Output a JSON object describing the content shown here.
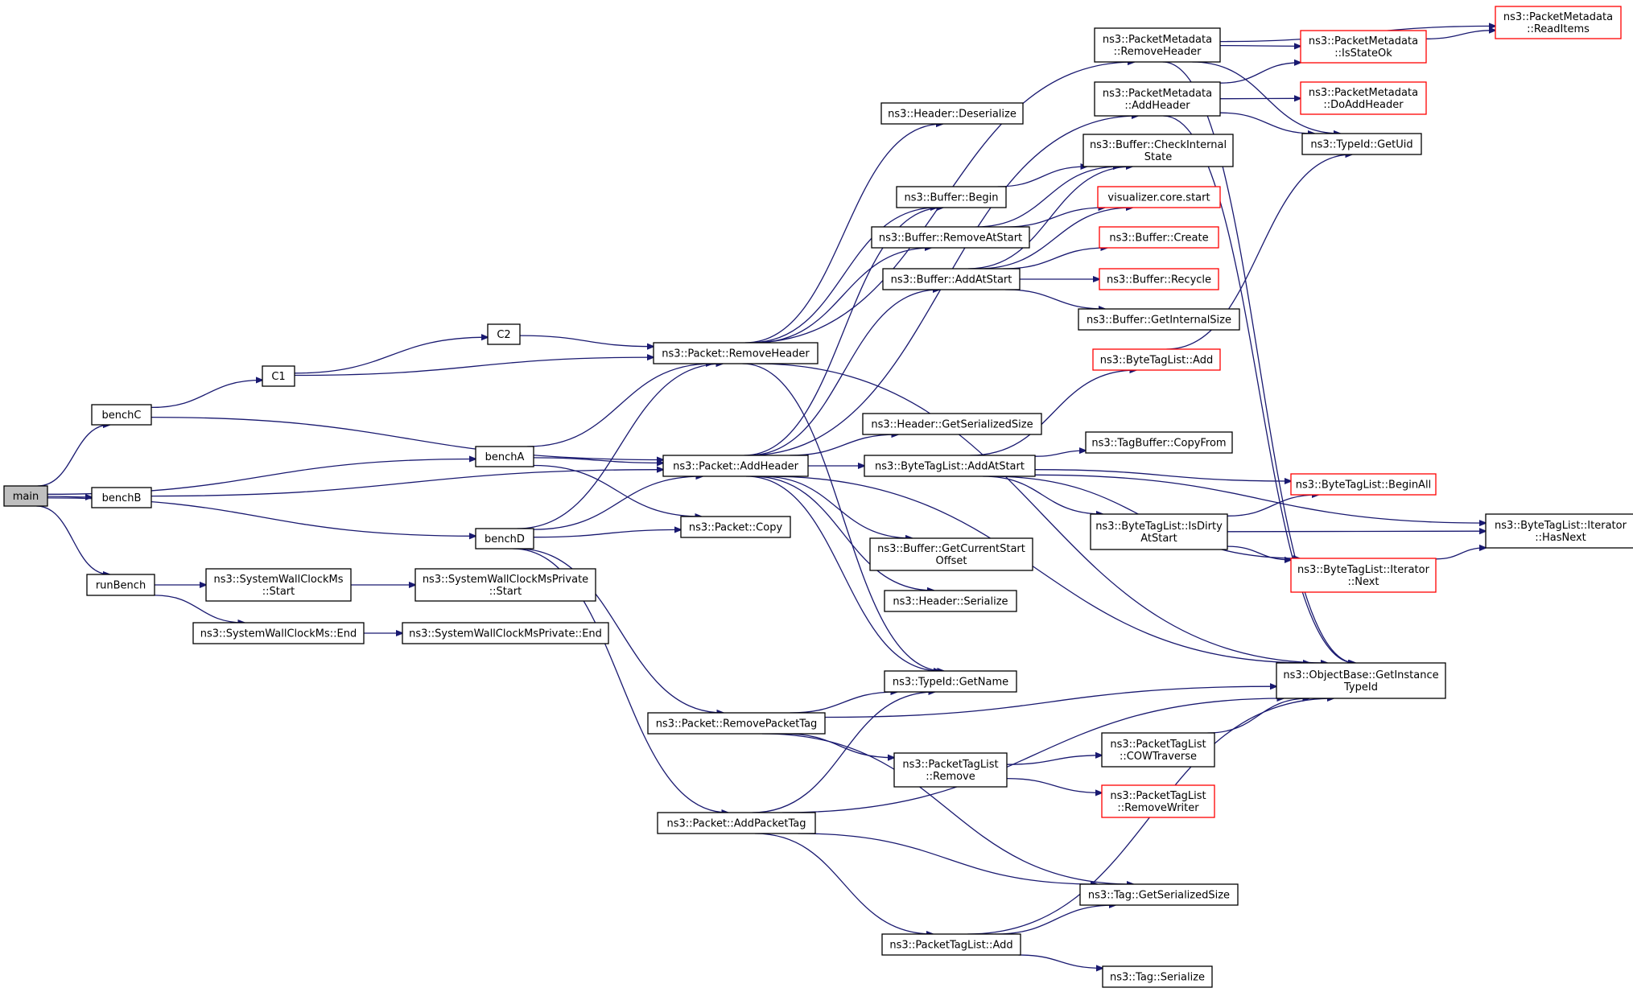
{
  "edge_color": "#191970",
  "nodes": [
    {
      "id": "main",
      "label": [
        "main"
      ],
      "root": true
    },
    {
      "id": "benchC",
      "label": [
        "benchC"
      ]
    },
    {
      "id": "benchA",
      "label": [
        "benchA"
      ]
    },
    {
      "id": "benchB",
      "label": [
        "benchB"
      ]
    },
    {
      "id": "benchD",
      "label": [
        "benchD"
      ]
    },
    {
      "id": "runBench",
      "label": [
        "runBench"
      ]
    },
    {
      "id": "C1",
      "label": [
        "C1"
      ]
    },
    {
      "id": "C2",
      "label": [
        "C2"
      ]
    },
    {
      "id": "pkt_removeheader",
      "label": [
        "ns3::Packet::RemoveHeader"
      ]
    },
    {
      "id": "pkt_addheader",
      "label": [
        "ns3::Packet::AddHeader"
      ]
    },
    {
      "id": "pkt_copy",
      "label": [
        "ns3::Packet::Copy"
      ]
    },
    {
      "id": "pkt_removepackettag",
      "label": [
        "ns3::Packet::RemovePacketTag"
      ]
    },
    {
      "id": "pkt_addpackettag",
      "label": [
        "ns3::Packet::AddPacketTag"
      ]
    },
    {
      "id": "swc_start",
      "label": [
        "ns3::SystemWallClockMs",
        "::Start"
      ]
    },
    {
      "id": "swc_end",
      "label": [
        "ns3::SystemWallClockMs::End"
      ]
    },
    {
      "id": "swcp_start",
      "label": [
        "ns3::SystemWallClockMsPrivate",
        "::Start"
      ]
    },
    {
      "id": "swcp_end",
      "label": [
        "ns3::SystemWallClockMsPrivate::End"
      ]
    },
    {
      "id": "pm_removeheader",
      "label": [
        "ns3::PacketMetadata",
        "::RemoveHeader"
      ]
    },
    {
      "id": "pm_addheader",
      "label": [
        "ns3::PacketMetadata",
        "::AddHeader"
      ]
    },
    {
      "id": "hdr_deserialize",
      "label": [
        "ns3::Header::Deserialize"
      ]
    },
    {
      "id": "buf_checkinternal",
      "label": [
        "ns3::Buffer::CheckInternal",
        "State"
      ]
    },
    {
      "id": "buf_begin",
      "label": [
        "ns3::Buffer::Begin"
      ]
    },
    {
      "id": "buf_removeatstart",
      "label": [
        "ns3::Buffer::RemoveAtStart"
      ]
    },
    {
      "id": "buf_addatstart",
      "label": [
        "ns3::Buffer::AddAtStart"
      ]
    },
    {
      "id": "vis_start",
      "label": [
        "visualizer.core.start"
      ],
      "red": true
    },
    {
      "id": "buf_create",
      "label": [
        "ns3::Buffer::Create"
      ],
      "red": true
    },
    {
      "id": "buf_recycle",
      "label": [
        "ns3::Buffer::Recycle"
      ],
      "red": true
    },
    {
      "id": "buf_getinternalsize",
      "label": [
        "ns3::Buffer::GetInternalSize"
      ]
    },
    {
      "id": "pm_readitems",
      "label": [
        "ns3::PacketMetadata",
        "::ReadItems"
      ],
      "red": true
    },
    {
      "id": "pm_isstateok",
      "label": [
        "ns3::PacketMetadata",
        "::IsStateOk"
      ],
      "red": true
    },
    {
      "id": "pm_doaddheader",
      "label": [
        "ns3::PacketMetadata",
        "::DoAddHeader"
      ],
      "red": true
    },
    {
      "id": "typeid_getuid",
      "label": [
        "ns3::TypeId::GetUid"
      ]
    },
    {
      "id": "btl_add",
      "label": [
        "ns3::ByteTagList::Add"
      ],
      "red": true
    },
    {
      "id": "hdr_getserializedsize",
      "label": [
        "ns3::Header::GetSerializedSize"
      ]
    },
    {
      "id": "btl_addatstart",
      "label": [
        "ns3::ByteTagList::AddAtStart"
      ]
    },
    {
      "id": "tagbuf_copyfrom",
      "label": [
        "ns3::TagBuffer::CopyFrom"
      ]
    },
    {
      "id": "btl_beginall",
      "label": [
        "ns3::ByteTagList::BeginAll"
      ],
      "red": true
    },
    {
      "id": "btl_isdirty",
      "label": [
        "ns3::ByteTagList::IsDirty",
        "AtStart"
      ]
    },
    {
      "id": "btl_it_hasnext",
      "label": [
        "ns3::ByteTagList::Iterator",
        "::HasNext"
      ]
    },
    {
      "id": "btl_it_next",
      "label": [
        "ns3::ByteTagList::Iterator",
        "::Next"
      ],
      "red": true
    },
    {
      "id": "buf_getcurrentstart",
      "label": [
        "ns3::Buffer::GetCurrentStart",
        "Offset"
      ]
    },
    {
      "id": "hdr_serialize",
      "label": [
        "ns3::Header::Serialize"
      ]
    },
    {
      "id": "typeid_getname",
      "label": [
        "ns3::TypeId::GetName"
      ]
    },
    {
      "id": "ob_getinstancetypeid",
      "label": [
        "ns3::ObjectBase::GetInstance",
        "TypeId"
      ]
    },
    {
      "id": "ptl_remove",
      "label": [
        "ns3::PacketTagList",
        "::Remove"
      ]
    },
    {
      "id": "ptl_cowtraverse",
      "label": [
        "ns3::PacketTagList",
        "::COWTraverse"
      ]
    },
    {
      "id": "ptl_removewriter",
      "label": [
        "ns3::PacketTagList",
        "::RemoveWriter"
      ],
      "red": true
    },
    {
      "id": "tag_getserializedsize",
      "label": [
        "ns3::Tag::GetSerializedSize"
      ]
    },
    {
      "id": "ptl_add",
      "label": [
        "ns3::PacketTagList::Add"
      ]
    },
    {
      "id": "tag_serialize",
      "label": [
        "ns3::Tag::Serialize"
      ]
    }
  ],
  "edges": [
    [
      "main",
      "benchC"
    ],
    [
      "main",
      "benchA"
    ],
    [
      "main",
      "benchB"
    ],
    [
      "main",
      "benchD"
    ],
    [
      "main",
      "runBench"
    ],
    [
      "benchC",
      "C1"
    ],
    [
      "benchC",
      "pkt_addheader"
    ],
    [
      "C1",
      "C2"
    ],
    [
      "C1",
      "pkt_removeheader"
    ],
    [
      "C2",
      "pkt_removeheader"
    ],
    [
      "benchA",
      "pkt_removeheader"
    ],
    [
      "benchA",
      "pkt_addheader"
    ],
    [
      "benchA",
      "pkt_copy"
    ],
    [
      "benchB",
      "pkt_addheader"
    ],
    [
      "benchD",
      "pkt_removeheader"
    ],
    [
      "benchD",
      "pkt_addheader"
    ],
    [
      "benchD",
      "pkt_copy"
    ],
    [
      "benchD",
      "pkt_removepackettag"
    ],
    [
      "benchD",
      "pkt_addpackettag"
    ],
    [
      "runBench",
      "swc_start"
    ],
    [
      "runBench",
      "swc_end"
    ],
    [
      "swc_start",
      "swcp_start"
    ],
    [
      "swc_end",
      "swcp_end"
    ],
    [
      "pkt_removeheader",
      "pm_removeheader"
    ],
    [
      "pkt_removeheader",
      "hdr_deserialize"
    ],
    [
      "pkt_removeheader",
      "buf_begin"
    ],
    [
      "pkt_removeheader",
      "buf_removeatstart"
    ],
    [
      "pkt_removeheader",
      "typeid_getname"
    ],
    [
      "pkt_removeheader",
      "ob_getinstancetypeid"
    ],
    [
      "pkt_addheader",
      "pm_addheader"
    ],
    [
      "pkt_addheader",
      "buf_begin"
    ],
    [
      "pkt_addheader",
      "buf_addatstart"
    ],
    [
      "pkt_addheader",
      "hdr_getserializedsize"
    ],
    [
      "pkt_addheader",
      "btl_addatstart"
    ],
    [
      "pkt_addheader",
      "buf_getcurrentstart"
    ],
    [
      "pkt_addheader",
      "hdr_serialize"
    ],
    [
      "pkt_addheader",
      "typeid_getname"
    ],
    [
      "pkt_addheader",
      "ob_getinstancetypeid"
    ],
    [
      "pm_removeheader",
      "pm_readitems"
    ],
    [
      "pm_removeheader",
      "pm_isstateok"
    ],
    [
      "pm_removeheader",
      "typeid_getuid"
    ],
    [
      "pm_removeheader",
      "ob_getinstancetypeid"
    ],
    [
      "pm_addheader",
      "pm_isstateok"
    ],
    [
      "pm_addheader",
      "pm_doaddheader"
    ],
    [
      "pm_addheader",
      "typeid_getuid"
    ],
    [
      "pm_addheader",
      "ob_getinstancetypeid"
    ],
    [
      "pm_isstateok",
      "pm_readitems"
    ],
    [
      "buf_begin",
      "buf_checkinternal"
    ],
    [
      "buf_removeatstart",
      "buf_checkinternal"
    ],
    [
      "buf_removeatstart",
      "vis_start"
    ],
    [
      "buf_addatstart",
      "buf_checkinternal"
    ],
    [
      "buf_addatstart",
      "vis_start"
    ],
    [
      "buf_addatstart",
      "buf_create"
    ],
    [
      "buf_addatstart",
      "buf_recycle"
    ],
    [
      "buf_addatstart",
      "buf_getinternalsize"
    ],
    [
      "btl_addatstart",
      "btl_add"
    ],
    [
      "btl_addatstart",
      "tagbuf_copyfrom"
    ],
    [
      "btl_addatstart",
      "btl_beginall"
    ],
    [
      "btl_addatstart",
      "btl_isdirty"
    ],
    [
      "btl_addatstart",
      "btl_it_hasnext"
    ],
    [
      "btl_addatstart",
      "btl_it_next"
    ],
    [
      "btl_add",
      "typeid_getuid"
    ],
    [
      "btl_isdirty",
      "btl_beginall"
    ],
    [
      "btl_isdirty",
      "btl_it_hasnext"
    ],
    [
      "btl_isdirty",
      "btl_it_next"
    ],
    [
      "btl_it_next",
      "btl_it_hasnext"
    ],
    [
      "pkt_removepackettag",
      "typeid_getname"
    ],
    [
      "pkt_removepackettag",
      "ob_getinstancetypeid"
    ],
    [
      "pkt_removepackettag",
      "ptl_remove"
    ],
    [
      "pkt_removepackettag",
      "tag_getserializedsize"
    ],
    [
      "ptl_remove",
      "ptl_cowtraverse"
    ],
    [
      "ptl_remove",
      "ptl_removewriter"
    ],
    [
      "ptl_cowtraverse",
      "ob_getinstancetypeid"
    ],
    [
      "pkt_addpackettag",
      "typeid_getname"
    ],
    [
      "pkt_addpackettag",
      "ob_getinstancetypeid"
    ],
    [
      "pkt_addpackettag",
      "tag_getserializedsize"
    ],
    [
      "pkt_addpackettag",
      "ptl_add"
    ],
    [
      "ptl_add",
      "tag_getserializedsize"
    ],
    [
      "ptl_add",
      "ob_getinstancetypeid"
    ],
    [
      "ptl_add",
      "tag_serialize"
    ]
  ]
}
